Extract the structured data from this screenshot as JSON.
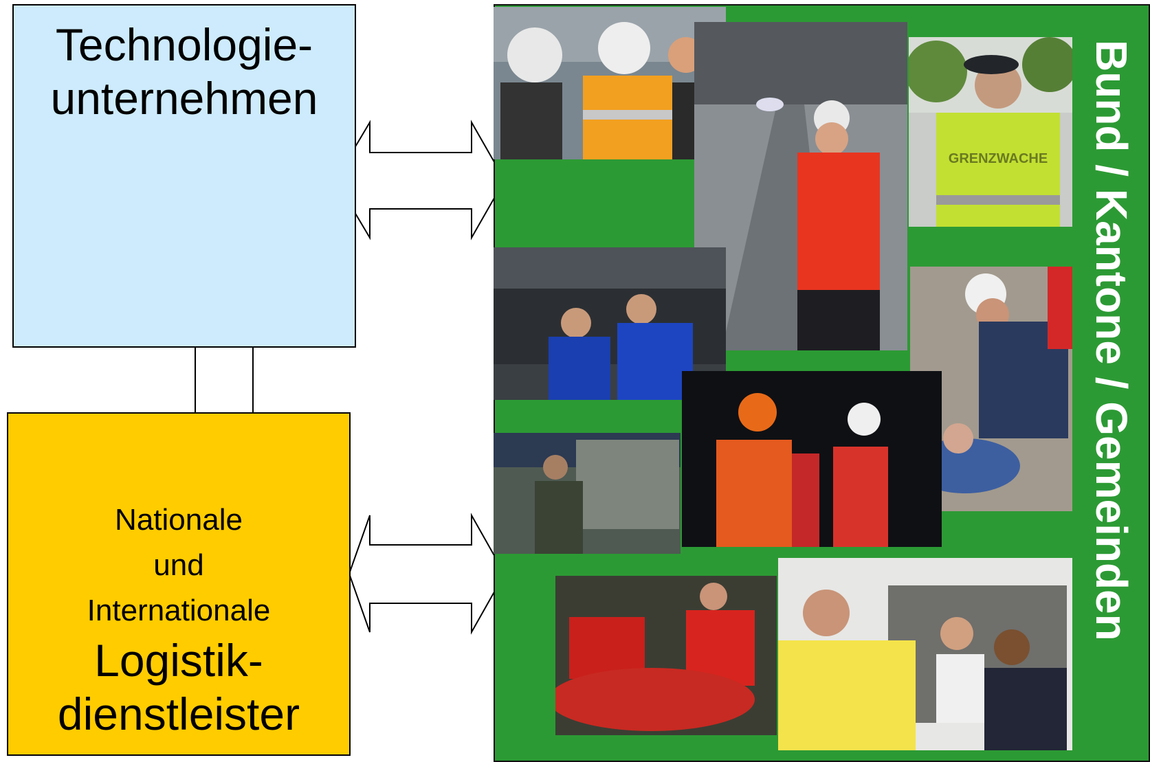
{
  "tech_box": {
    "lines": [
      "Technologie-",
      "unternehmen"
    ],
    "color": "#cdebfc"
  },
  "logistics_box": {
    "line1": "Nationale",
    "line2": "und",
    "line3": "Internationale",
    "line4": "Logistik-",
    "line5": "dienstleister",
    "color": "#ffcc00"
  },
  "panel": {
    "label": "Bund / Kantone / Gemeinden",
    "color": "#2c9a34"
  },
  "photos": [
    {
      "name": "photo-firefighters-radio",
      "subject": "firefighters with helmets using radios"
    },
    {
      "name": "photo-police-road",
      "subject": "police officer on road at night with radio"
    },
    {
      "name": "photo-border-guard",
      "subject": "border guard in high-visibility vest",
      "vest_text": "GRENZWACHE"
    },
    {
      "name": "photo-helicopter-crew",
      "subject": "crew in blue overalls under helicopter"
    },
    {
      "name": "photo-mountain-rescue",
      "subject": "rescuer treating injured person on scree"
    },
    {
      "name": "photo-soldier-vehicle",
      "subject": "soldier with rifle beside armored vehicle"
    },
    {
      "name": "photo-rescue-night",
      "subject": "rescue workers in orange suits at night"
    },
    {
      "name": "photo-paramedics",
      "subject": "paramedics treating patient on stretcher"
    },
    {
      "name": "photo-police-van",
      "subject": "police officers at van"
    }
  ]
}
